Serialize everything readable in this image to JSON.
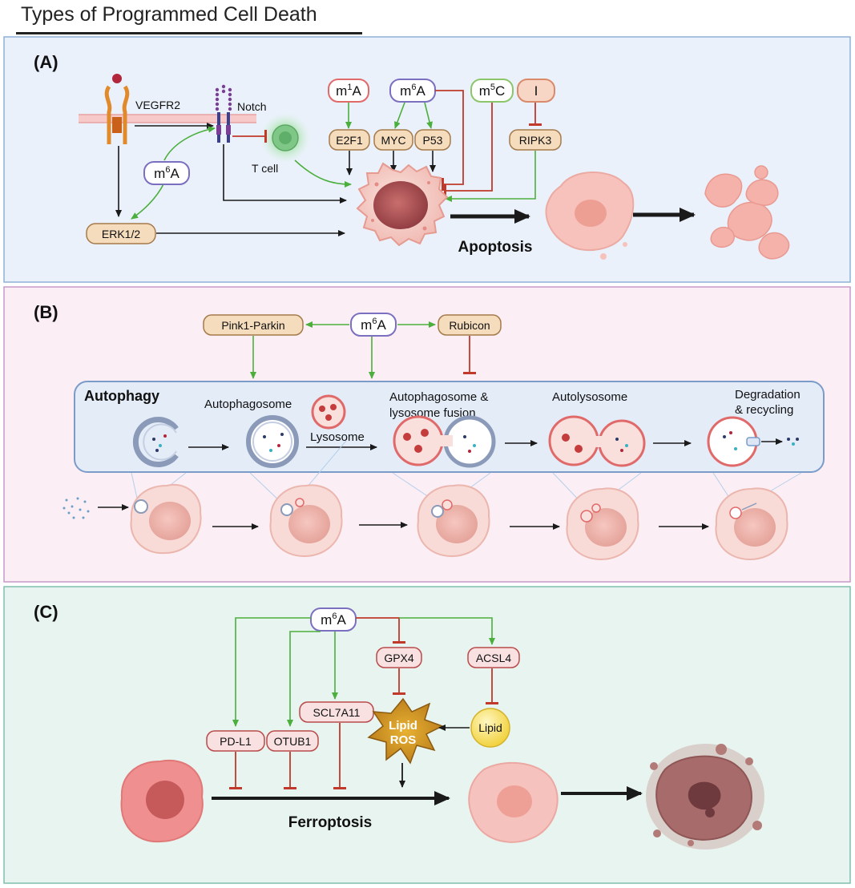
{
  "title": "Types of Programmed Cell Death",
  "panel_a": {
    "label": "(A)",
    "vegfr2": "VEGFR2",
    "notch": "Notch",
    "t_cell": "T cell",
    "m6a_small": {
      "base": "m",
      "sup": "6",
      "tail": "A"
    },
    "m1a": {
      "base": "m",
      "sup": "1",
      "tail": "A"
    },
    "m6a": {
      "base": "m",
      "sup": "6",
      "tail": "A"
    },
    "m5c": {
      "base": "m",
      "sup": "5",
      "tail": "C"
    },
    "i_mod": "I",
    "e2f1": "E2F1",
    "myc": "MYC",
    "p53": "P53",
    "ripk3": "RIPK3",
    "erk": "ERK1/2",
    "process": "Apoptosis"
  },
  "panel_b": {
    "label": "(B)",
    "m6a": {
      "base": "m",
      "sup": "6",
      "tail": "A"
    },
    "pink1": "Pink1-Parkin",
    "rubicon": "Rubicon",
    "process": "Autophagy",
    "autophagosome": "Autophagosome",
    "lysosome": "Lysosome",
    "fusion_line1": "Autophagosome &",
    "fusion_line2": "lysosome fusion",
    "autolysosome": "Autolysosome",
    "degradation_line1": "Degradation",
    "degradation_line2": "& recycling"
  },
  "panel_c": {
    "label": "(C)",
    "m6a": {
      "base": "m",
      "sup": "6",
      "tail": "A"
    },
    "gpx4": "GPX4",
    "acsl4": "ACSL4",
    "scl7a11": "SCL7A11",
    "pdl1": "PD-L1",
    "otub1": "OTUB1",
    "ros_line1": "Lipid",
    "ros_line2": "ROS",
    "lipid": "Lipid",
    "process": "Ferroptosis"
  },
  "colors": {
    "panel_a_bg": "#eaf1fb",
    "panel_a_border": "#8fb1d6",
    "panel_b_bg": "#fbeef5",
    "panel_b_border": "#c79ac8",
    "panel_c_bg": "#e8f4ef",
    "panel_c_border": "#7fbfae",
    "activation": "#4caf3d",
    "inhibition": "#c0392b",
    "gene_box_fill": "#f5dcbd",
    "gene_box_border": "#a57a4a",
    "m6a_border": "#7b6fc0"
  }
}
